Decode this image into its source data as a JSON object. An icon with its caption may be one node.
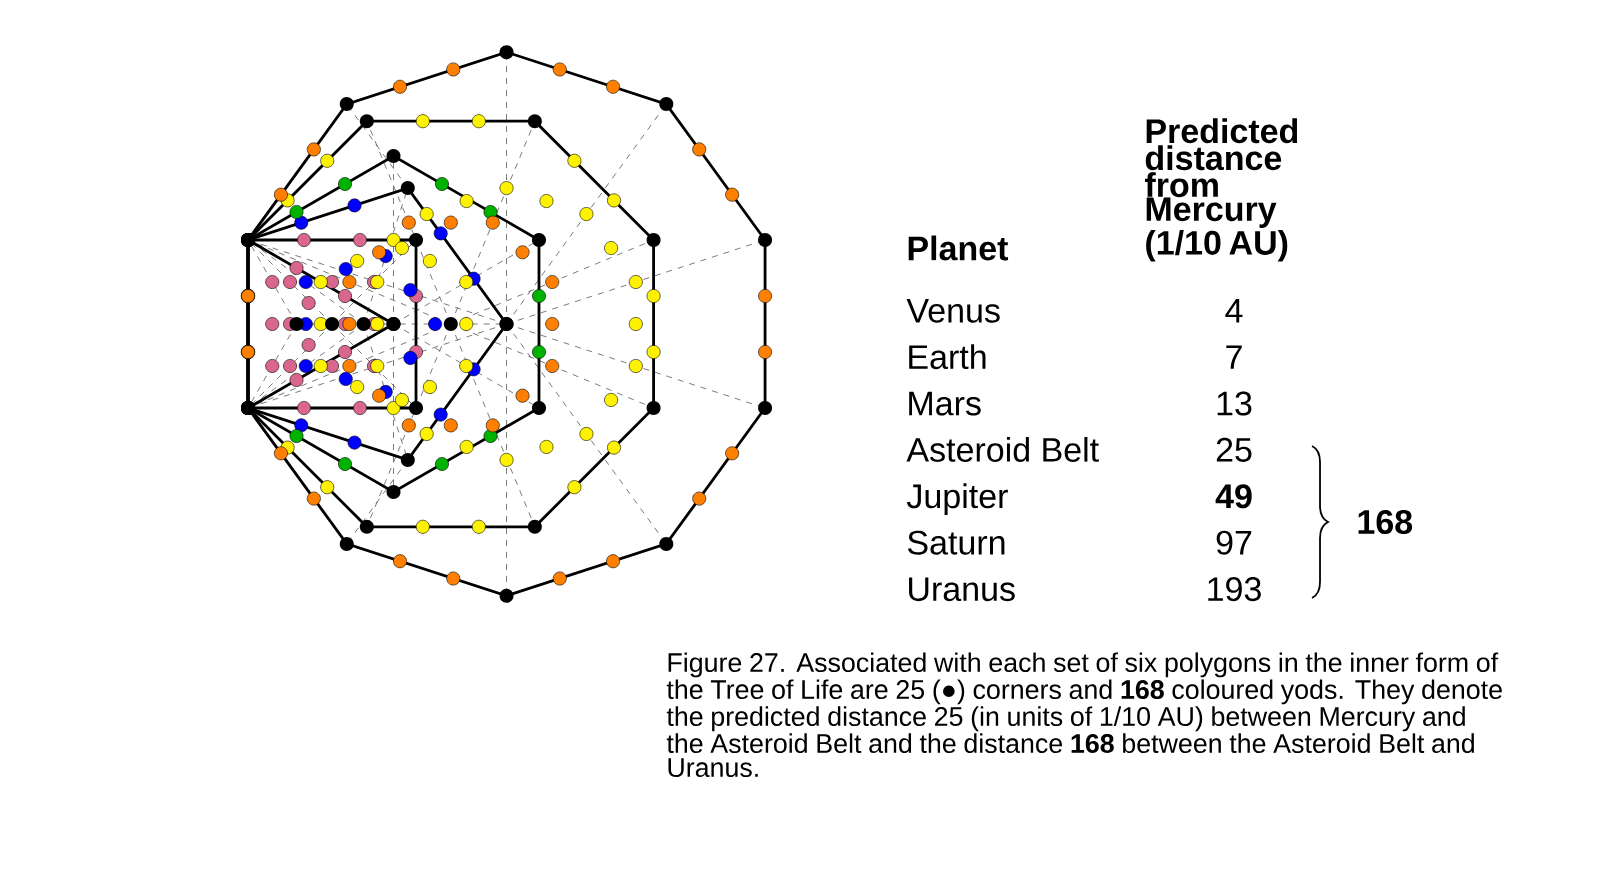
{
  "diagram": {
    "caption": "Figure 27. Associated with each set of six polygons in the inner form of the Tree of Life are 25 (●) corners and **168** coloured yods. They denote the predicted distance 25 (in units of 1/10 AU) between Mercury and the Asteroid Belt and the distance **168** between the Asteroid Belt and Uranus.",
    "labels": [
      "Planet",
      "Predicted distance from Mercury (1/10 AU)",
      "Venus",
      "4",
      "Earth",
      "7",
      "Mars",
      "13",
      "Asteroid Belt",
      "25",
      "Jupiter",
      "49",
      "Saturn",
      "97",
      "Uranus",
      "193",
      "168"
    ]
  }
}
